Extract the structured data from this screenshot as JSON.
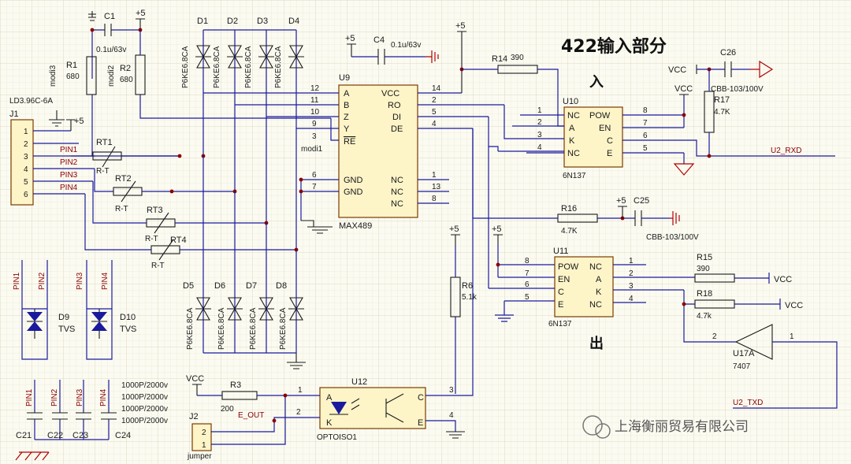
{
  "title": "422输入部分",
  "label_in": "入",
  "label_out": "出",
  "watermark": "上海衡丽贸易有限公司",
  "power": {
    "p5": "+5",
    "vcc": "VCC"
  },
  "connector": {
    "ref": "J1",
    "part": "LD3.96C-6A",
    "pins": [
      "1",
      "2",
      "3",
      "4",
      "5",
      "6"
    ]
  },
  "nets": {
    "pin1": "PIN1",
    "pin2": "PIN2",
    "pin3": "PIN3",
    "pin4": "PIN4",
    "u2_rxd": "U2_RXD",
    "u2_txd": "U2_TXD",
    "e_out": "E_OUT",
    "modi1": "modi1",
    "modi2": "modi2",
    "modi3": "modi3"
  },
  "caps": {
    "c1": {
      "ref": "C1",
      "val": "0.1u/63v"
    },
    "c4": {
      "ref": "C4",
      "val": "0.1u/63v"
    },
    "c26": {
      "ref": "C26",
      "val": "CBB-103/100V"
    },
    "c25": {
      "ref": "C25",
      "val": "CBB-103/100V"
    },
    "c21": "C21",
    "c22": "C22",
    "c23": "C23",
    "c24": "C24",
    "c2x_val": "1000P/2000v"
  },
  "res": {
    "r1": {
      "ref": "R1",
      "val": "680"
    },
    "r2": {
      "ref": "R2",
      "val": "680"
    },
    "r14": {
      "ref": "R14",
      "val": "390"
    },
    "r17": {
      "ref": "R17",
      "val": "4.7K"
    },
    "r16": {
      "ref": "R16",
      "val": "4.7K"
    },
    "r15": {
      "ref": "R15",
      "val": "390"
    },
    "r18": {
      "ref": "R18",
      "val": "4.7k"
    },
    "r6": {
      "ref": "R6",
      "val": "5.1k"
    },
    "r3": {
      "ref": "R3",
      "val": "200"
    }
  },
  "rt": {
    "rt1": "RT1",
    "rt2": "RT2",
    "rt3": "RT3",
    "rt4": "RT4",
    "val": "R-T"
  },
  "diodes": {
    "top": [
      "D1",
      "D2",
      "D3",
      "D4"
    ],
    "bottom": [
      "D5",
      "D6",
      "D7",
      "D8"
    ],
    "part": "P6KE6.8CA",
    "d9": "D9",
    "d10": "D10",
    "tvs": "TVS"
  },
  "u9": {
    "ref": "U9",
    "part": "MAX489",
    "left_pins": [
      {
        "num": "12",
        "name": "A"
      },
      {
        "num": "11",
        "name": "B"
      },
      {
        "num": "10",
        "name": "Z"
      },
      {
        "num": "9",
        "name": "Y"
      },
      {
        "num": "3",
        "name": "RE"
      },
      {
        "num": "6",
        "name": "GND"
      },
      {
        "num": "7",
        "name": "GND"
      }
    ],
    "right_pins": [
      {
        "num": "14",
        "name": "VCC"
      },
      {
        "num": "2",
        "name": "RO"
      },
      {
        "num": "5",
        "name": "DI"
      },
      {
        "num": "4",
        "name": "DE"
      },
      {
        "num": "1",
        "name": "NC"
      },
      {
        "num": "13",
        "name": "NC"
      },
      {
        "num": "8",
        "name": "NC"
      }
    ]
  },
  "u10": {
    "ref": "U10",
    "part": "6N137",
    "left_pins": [
      {
        "num": "1",
        "name": "NC"
      },
      {
        "num": "2",
        "name": "A"
      },
      {
        "num": "3",
        "name": "K"
      },
      {
        "num": "4",
        "name": "NC"
      }
    ],
    "right_pins": [
      {
        "num": "8",
        "name": "POW"
      },
      {
        "num": "7",
        "name": "EN"
      },
      {
        "num": "6",
        "name": "C"
      },
      {
        "num": "5",
        "name": "E"
      }
    ]
  },
  "u11": {
    "ref": "U11",
    "part": "6N137",
    "left_pins": [
      {
        "num": "8",
        "name": "POW"
      },
      {
        "num": "7",
        "name": "EN"
      },
      {
        "num": "6",
        "name": "C"
      },
      {
        "num": "5",
        "name": "E"
      }
    ],
    "right_pins": [
      {
        "num": "1",
        "name": "NC"
      },
      {
        "num": "2",
        "name": "A"
      },
      {
        "num": "3",
        "name": "K"
      },
      {
        "num": "4",
        "name": "NC"
      }
    ]
  },
  "u12": {
    "ref": "U12",
    "part": "OPTOISO1",
    "pin_a": "A",
    "pin_k": "K",
    "pin_c": "C",
    "pin_e": "E",
    "n1": "1",
    "n2": "2",
    "n3": "3",
    "n4": "4"
  },
  "u17": {
    "ref": "U17A",
    "part": "7407",
    "n1": "1",
    "n2": "2"
  },
  "j2": {
    "ref": "J2",
    "part": "jumper",
    "n1": "1",
    "n2": "2"
  }
}
